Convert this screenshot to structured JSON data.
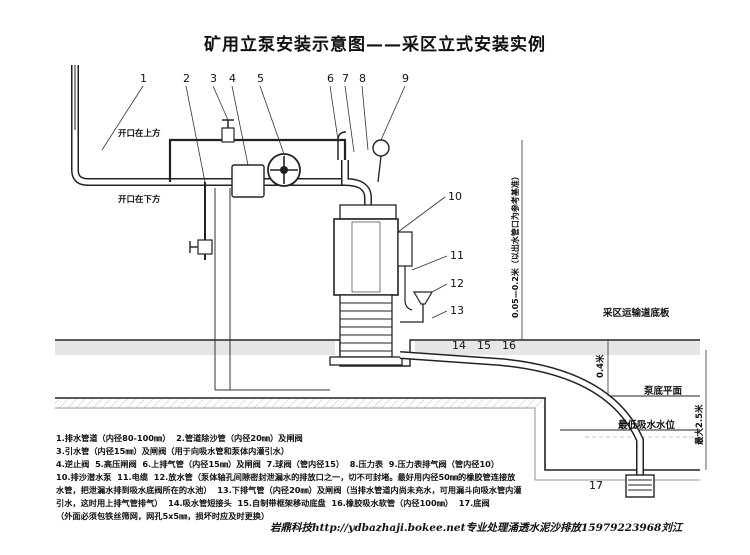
{
  "title": "矿用立泵安装示意图——采区立式安装实例",
  "callouts": [
    "1",
    "2",
    "3",
    "4",
    "5",
    "6",
    "7",
    "8",
    "9",
    "10",
    "11",
    "12",
    "13",
    "14",
    "15",
    "16",
    "17"
  ],
  "labels": {
    "open_top": "开口在上方",
    "open_bottom": "开口在下方",
    "roadway_floor": "采区运输道底板",
    "sump_floor": "泵底平面",
    "min_water": "最低吸水水位",
    "dim_outlet": "0.05—0.2米（以出水管口为参考基准）",
    "dim_04": "0.4米",
    "dim_max": "最大2.5米"
  },
  "legend": {
    "lines": [
      [
        "1.排水管道（内径80-100㎜）",
        "2.管道除沙管（内径20㎜）及闸阀",
        "3.引水管（内径15㎜）及闸阀（用于向吸水管和泵体内灌引水）"
      ],
      [
        "4.逆止阀",
        "5.高压闸阀",
        "6.上排气管（内径15㎜）及闸阀",
        "7.球阀（管内径15）",
        "8.压力表",
        "9.压力表排气阀（管内径10）"
      ],
      [
        "10.排沙潜水泵",
        "11.电缆",
        "12.放水管（泵体轴孔间隙密封泄漏水的排放口之一，切不可封堵。最好用内径50㎜的橡胶管连接放"
      ],
      [
        "水管，把泄漏水排到吸水底阀所在的水池）",
        "13.下排气管（内径20㎜）及闸阀（当排水管道内尚未充水，可用漏斗向吸水管内灌"
      ],
      [
        "引水，这时用上排气管排气）",
        "14.吸水管短接头",
        "15.自制带框架移动底盘",
        "16.橡胶吸水软管（内径100㎜）",
        "17.底阀"
      ],
      [
        "（外面必须包铁丝筛网，网孔5x5㎜，损坏时应及时更换）"
      ]
    ]
  },
  "footer": "岩鼎科技http://ydbazhaji.bokee.net专业处理涌透水泥沙排放15979223968刘江"
}
